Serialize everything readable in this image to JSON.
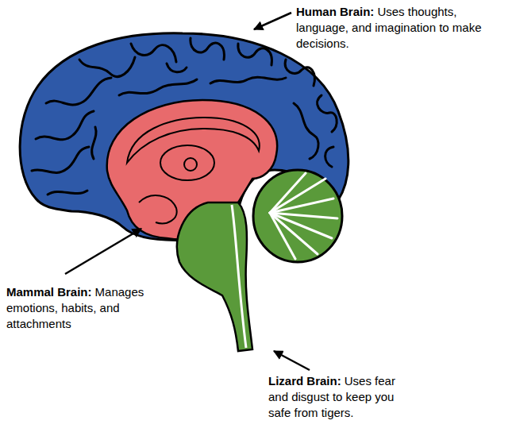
{
  "diagram": {
    "labels": [
      "Human Brain:",
      "Uses thoughts, language, and imagination to make decisions.",
      "Mammal Brain:",
      "Manages emotions, habits, and attachments",
      "Lizard Brain:",
      "Uses fear and disgust to keep you safe from tigers."
    ]
  }
}
